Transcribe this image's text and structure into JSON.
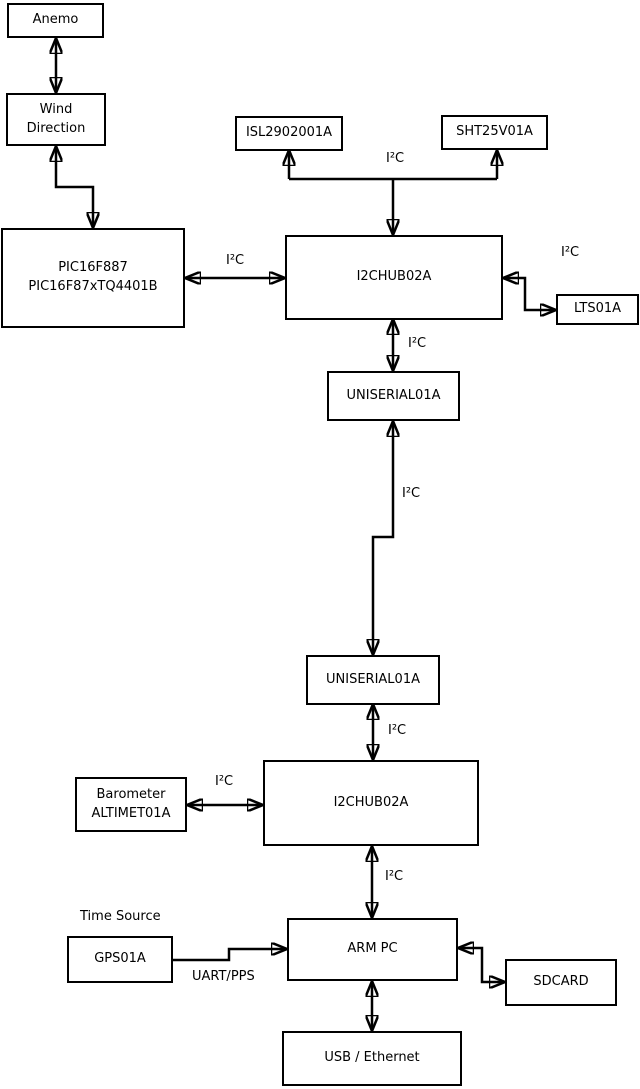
{
  "diagram": {
    "type": "hardware-block-diagram",
    "background_color": "#ffffff",
    "line_color": "#000000",
    "nodes": {
      "anemo": {
        "label": "Anemo"
      },
      "wind": {
        "label": "Wind\nDirection"
      },
      "pic": {
        "label": "PIC16F887\nPIC16F87xTQ4401B"
      },
      "isl": {
        "label": "ISL2902001A"
      },
      "sht": {
        "label": "SHT25V01A"
      },
      "hub1": {
        "label": "I2CHUB02A"
      },
      "lts": {
        "label": "LTS01A"
      },
      "uniserial1": {
        "label": "UNISERIAL01A"
      },
      "uniserial2": {
        "label": "UNISERIAL01A"
      },
      "hub2": {
        "label": "I2CHUB02A"
      },
      "barometer": {
        "label": "Barometer\nALTIMET01A"
      },
      "armpc": {
        "label": "ARM PC"
      },
      "gps": {
        "label": "GPS01A"
      },
      "sdcard": {
        "label": "SDCARD"
      },
      "usb": {
        "label": "USB / Ethernet"
      }
    },
    "labels": {
      "i2c_hub1_sensors": "I²C",
      "i2c_pic_hub1": "I²C",
      "i2c_hub1_lts": "I²C",
      "i2c_hub1_uniserial1": "I²C",
      "i2c_uniserial_link": "I²C",
      "i2c_uniserial2_hub2": "I²C",
      "i2c_barometer_hub2": "I²C",
      "i2c_hub2_armpc": "I²C",
      "time_source": "Time Source",
      "uart_pps": "UART/PPS"
    },
    "edges": [
      {
        "from": "Anemo",
        "to": "Wind Direction",
        "arrows": "both",
        "label": ""
      },
      {
        "from": "Wind Direction",
        "to": "PIC16F887 PIC16F87xTQ4401B",
        "arrows": "both",
        "label": ""
      },
      {
        "from": "PIC16F887 PIC16F87xTQ4401B",
        "to": "I2CHUB02A (upper)",
        "arrows": "both",
        "label": "I²C"
      },
      {
        "from": "I2CHUB02A (upper)",
        "to": "ISL2902001A",
        "arrows": "to",
        "label": "I²C"
      },
      {
        "from": "I2CHUB02A (upper)",
        "to": "SHT25V01A",
        "arrows": "to",
        "label": "I²C"
      },
      {
        "from": "I2CHUB02A (upper)",
        "to": "LTS01A",
        "arrows": "both",
        "label": "I²C"
      },
      {
        "from": "I2CHUB02A (upper)",
        "to": "UNISERIAL01A (upper)",
        "arrows": "both",
        "label": "I²C"
      },
      {
        "from": "UNISERIAL01A (upper)",
        "to": "UNISERIAL01A (lower)",
        "arrows": "both",
        "label": "I²C"
      },
      {
        "from": "UNISERIAL01A (lower)",
        "to": "I2CHUB02A (lower)",
        "arrows": "both",
        "label": "I²C"
      },
      {
        "from": "Barometer ALTIMET01A",
        "to": "I2CHUB02A (lower)",
        "arrows": "both",
        "label": "I²C"
      },
      {
        "from": "I2CHUB02A (lower)",
        "to": "ARM PC",
        "arrows": "both",
        "label": "I²C"
      },
      {
        "from": "GPS01A",
        "to": "ARM PC",
        "arrows": "to",
        "label": "UART/PPS"
      },
      {
        "from": "ARM PC",
        "to": "SDCARD",
        "arrows": "both",
        "label": ""
      },
      {
        "from": "ARM PC",
        "to": "USB / Ethernet",
        "arrows": "both",
        "label": ""
      }
    ]
  }
}
